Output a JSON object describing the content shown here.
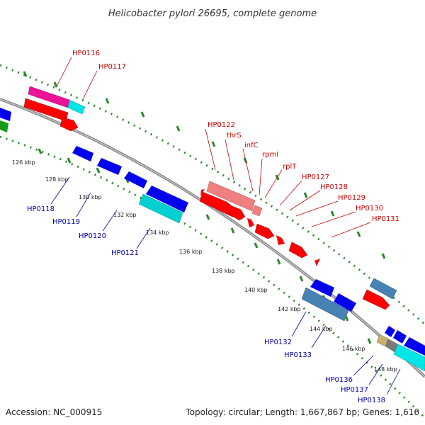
{
  "title": "Helicobacter pylori 26695, complete genome",
  "footer": {
    "accession": "Accession: NC_000915",
    "topology": "Topology: circular; Length: 1,667,867 bp; Genes: 1,616"
  },
  "colors": {
    "backbone": "#888888",
    "dots": "#2a8a2a",
    "forward_gene": "#ff0000",
    "reverse_gene": "#0000ee",
    "red_label": "#cc0000",
    "blue_label": "#0000aa"
  },
  "kbp_ticks": [
    "126 kbp",
    "128 kbp",
    "130 kbp",
    "132 kbp",
    "134 kbp",
    "136 kbp",
    "138 kbp",
    "140 kbp",
    "142 kbp",
    "144 kbp",
    "146 kbp",
    "148 kbp"
  ],
  "forward_labels": [
    "HP0116",
    "HP0117",
    "HP0122",
    "thrS",
    "infC",
    "rpmI",
    "rplT",
    "HP0127",
    "HP0128",
    "HP0129",
    "HP0130",
    "HP0131"
  ],
  "reverse_labels": [
    "HP0118",
    "HP0119",
    "HP0120",
    "HP0121",
    "HP0132",
    "HP0133",
    "HP0136",
    "HP0137",
    "HP0138"
  ]
}
